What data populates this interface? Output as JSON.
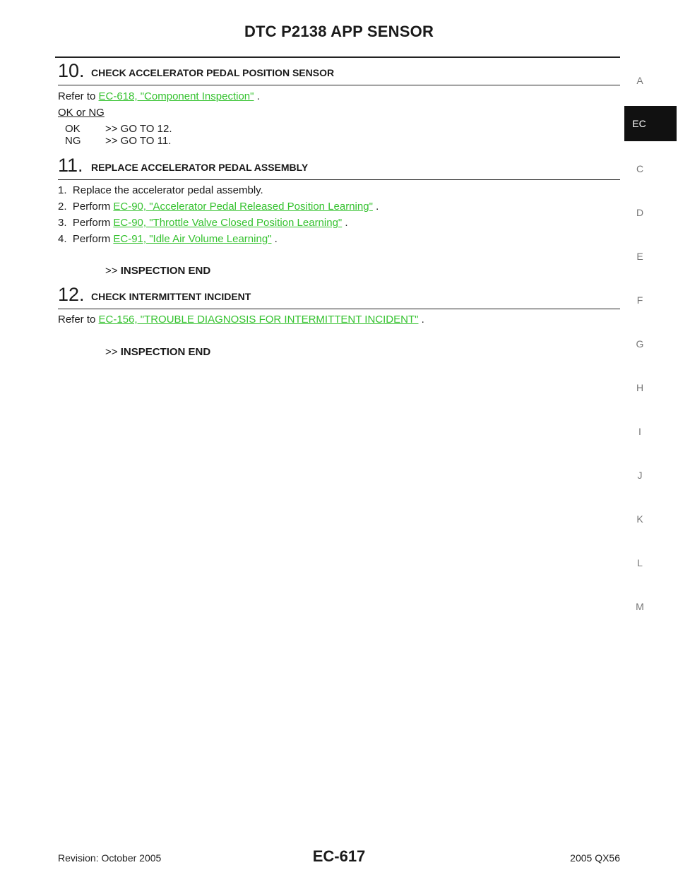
{
  "header": {
    "title": "DTC P2138 APP SENSOR"
  },
  "sidebar": {
    "letters": [
      "A",
      "EC",
      "C",
      "D",
      "E",
      "F",
      "G",
      "H",
      "I",
      "J",
      "K",
      "L",
      "M"
    ],
    "active": "EC"
  },
  "steps": {
    "s10": {
      "number": "10.",
      "title": "CHECK ACCELERATOR PEDAL POSITION SENSOR",
      "refer_prefix": "Refer to",
      "refer_link": "EC-618, \"Component Inspection\"",
      "refer_suffix": ".",
      "ok_ng_label": "OK or NG",
      "results": [
        {
          "key": "OK",
          "value": ">> GO TO 12."
        },
        {
          "key": "NG",
          "value": ">> GO TO 11."
        }
      ]
    },
    "s11": {
      "number": "11.",
      "title": "REPLACE ACCELERATOR PEDAL ASSEMBLY",
      "items": [
        {
          "num": "1.",
          "text": "Replace the accelerator pedal assembly.",
          "link": "",
          "suffix": ""
        },
        {
          "num": "2.",
          "text": "Perform",
          "link": "EC-90, \"Accelerator Pedal Released Position Learning\"",
          "suffix": "."
        },
        {
          "num": "3.",
          "text": "Perform",
          "link": "EC-90, \"Throttle Valve Closed Position Learning\"",
          "suffix": "."
        },
        {
          "num": "4.",
          "text": "Perform",
          "link": "EC-91, \"Idle Air Volume Learning\"",
          "suffix": "."
        }
      ],
      "end_prefix": ">>",
      "end_text": "INSPECTION END"
    },
    "s12": {
      "number": "12.",
      "title": "CHECK INTERMITTENT INCIDENT",
      "refer_prefix": "Refer to",
      "refer_link": "EC-156, \"TROUBLE DIAGNOSIS FOR INTERMITTENT INCIDENT\"",
      "refer_suffix": ".",
      "end_prefix": ">>",
      "end_text": "INSPECTION END"
    }
  },
  "footer": {
    "revision": "Revision: October 2005",
    "page": "EC-617",
    "model": "2005 QX56"
  },
  "colors": {
    "link": "#35c22f",
    "tab_bg": "#111111"
  }
}
